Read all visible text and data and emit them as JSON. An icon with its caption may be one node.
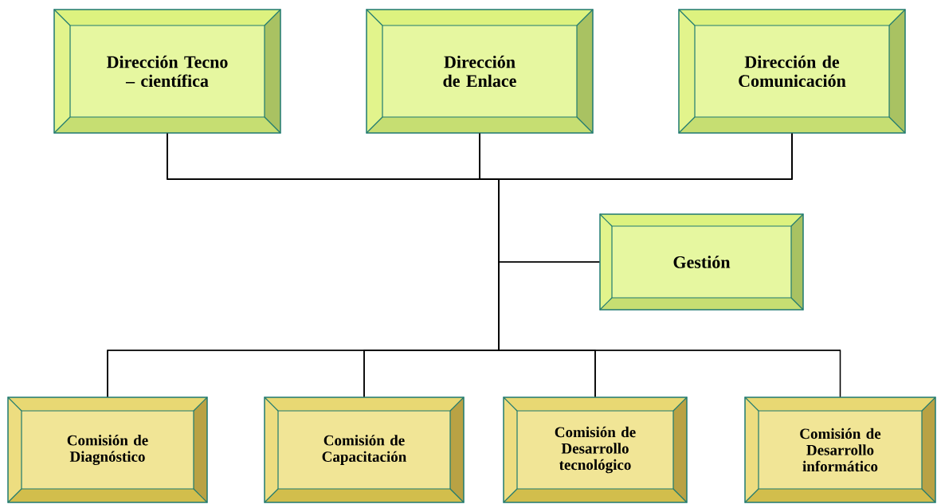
{
  "diagram": {
    "nodes": [
      {
        "text": [
          "Dirección Tecno – científica"
        ]
      },
      {
        "text": [
          "Dirección de Enlace"
        ]
      },
      {
        "text": [
          "Dirección de Comunicación"
        ]
      },
      {
        "text": [
          "Gestión"
        ]
      },
      {
        "text": [
          "Comisión de Diagnóstico"
        ]
      },
      {
        "text": [
          "Comisión de Capacitación"
        ]
      },
      {
        "text": [
          "Comisión de Desarrollo tecnológico"
        ]
      },
      {
        "text": [
          "Comisión de Desarrollo informático"
        ]
      }
    ],
    "edges": [
      {
        "from": 0,
        "to": 3,
        "arrow": "none"
      },
      {
        "from": 0,
        "to": 4,
        "arrow": "none"
      },
      {
        "from": 0,
        "to": 5,
        "arrow": "none"
      },
      {
        "from": 0,
        "to": 6,
        "arrow": "none"
      },
      {
        "from": 0,
        "to": 7,
        "arrow": "none"
      },
      {
        "from": 1,
        "to": 3,
        "arrow": "none"
      },
      {
        "from": 1,
        "to": 4,
        "arrow": "none"
      },
      {
        "from": 1,
        "to": 5,
        "arrow": "none"
      },
      {
        "from": 1,
        "to": 6,
        "arrow": "none"
      },
      {
        "from": 1,
        "to": 7,
        "arrow": "none"
      },
      {
        "from": 2,
        "to": 3,
        "arrow": "none"
      },
      {
        "from": 2,
        "to": 4,
        "arrow": "none"
      },
      {
        "from": 2,
        "to": 5,
        "arrow": "none"
      },
      {
        "from": 2,
        "to": 6,
        "arrow": "none"
      },
      {
        "from": 2,
        "to": 7,
        "arrow": "none"
      }
    ]
  }
}
